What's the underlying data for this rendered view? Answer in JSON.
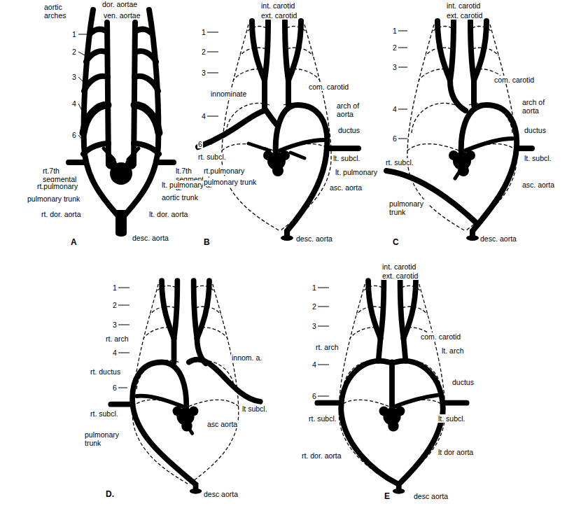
{
  "diagram": {
    "labels": [
      "aortic arches",
      "dor. aortae",
      "ven. aortae",
      "1",
      "2",
      "3",
      "4",
      "6",
      "rt.7th segmental",
      "lt.7th segmental a.",
      "rt.pulmonary",
      "lt. pulmonary a.",
      "pulmonary trunk",
      "aortic trunk",
      "rt. dor. aorta",
      "lt. dor. aorta",
      "desc. aorta",
      "A",
      "int. carotid",
      "ext. carotid",
      "1",
      "2",
      "3",
      "innominate",
      "com. carotid",
      "arch of aorta",
      "4",
      "ductus",
      "6",
      "rt. subcl.",
      "lt. subcl.",
      "rt.pulmonary",
      "lt. pulmonary",
      "pulmonary trunk",
      "asc. aorta",
      "desc. aorta",
      "B",
      "int. carotid",
      "ext. carotid",
      "1",
      "2",
      "3",
      "com. carotid",
      "arch of aorta",
      "4",
      "ductus",
      "6",
      "lt. subcl.",
      "rt. subcl.",
      "asc. aorta",
      "pulmonary trunk",
      "desc. aorta",
      "C",
      "1",
      "2",
      "3",
      "rt. arch",
      "innom. a.",
      "4",
      "rt. ductus",
      "6",
      "lt subcl.",
      "rt. subcl.",
      "asc aorta",
      "pulmonary trunk",
      "desc aorta",
      "D.",
      "int. carotid",
      "ext. carotid",
      "1",
      "2",
      "3",
      "com. carotid",
      "rt. arch",
      "lt. arch",
      "4",
      "ductus",
      "6",
      "rt. subcl.",
      "lt. subcl.",
      "rt. dor. aorta",
      "lt dor aorta",
      "desc aorta",
      "E"
    ]
  }
}
